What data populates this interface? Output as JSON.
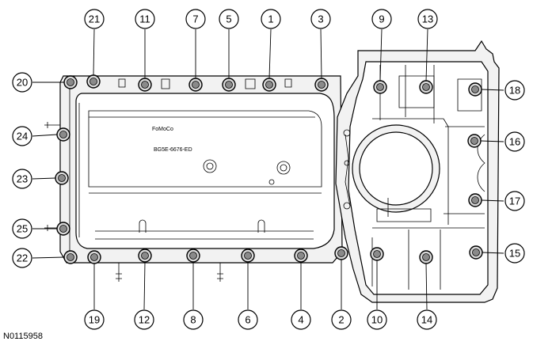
{
  "figure_id": "N0115958",
  "cast_markings": {
    "logo": "FoMoCo",
    "part_number": "BG5E-6676-ED"
  },
  "callouts": [
    "21",
    "11",
    "7",
    "5",
    "1",
    "3",
    "9",
    "13",
    "18",
    "20",
    "24",
    "16",
    "23",
    "17",
    "25",
    "22",
    "15",
    "19",
    "12",
    "8",
    "6",
    "4",
    "2",
    "10",
    "14"
  ]
}
